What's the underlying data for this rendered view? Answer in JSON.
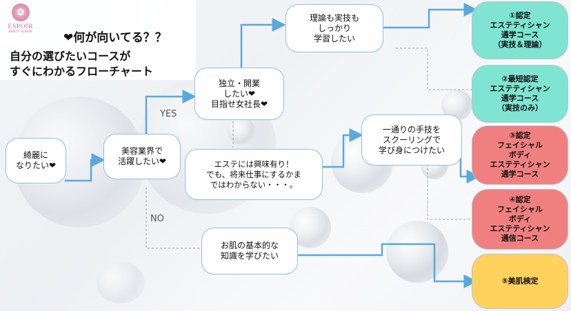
{
  "logo": {
    "text": "ESPOIR",
    "sub": "BEAUTY SCHOOL"
  },
  "title": {
    "line1": "❤何が向いてる？？",
    "line2": "自分の選びたいコースが",
    "line3": "すぐにわかるフローチャート"
  },
  "labels": {
    "yes": "YES",
    "no": "NO"
  },
  "nodes": {
    "kirei": "綺麗に\nなりたい❤",
    "biyou": "美容業界で\n活躍したい❤",
    "dokuritsu": "独立・開業\nしたい❤\n目指せ女社長❤",
    "riron": "理論も実技も\nしっかり\n学習したい",
    "esute": "エステには興味有り！\nでも、将来仕事にするかま\nではわからない・・・。",
    "hitotori": "一通りの手技を\nスクーリングで\n学び身につけたい",
    "ohada": "お肌の基本的な\n知識を学びたい"
  },
  "results": [
    {
      "text": "①認定\nエステティシャン\n通学コース\n（実技＆理論）",
      "color": "#7fe4d2"
    },
    {
      "text": "②最短認定\nエステティシャン\n通学コース\n（実技のみ）",
      "color": "#7fe4d2"
    },
    {
      "text": "③認定\nフェイシャル\nボディ\nエステティシャン\n通学コース",
      "color": "#f08080"
    },
    {
      "text": "④認定\nフェイシャル\nボディ\nエステティシャン\n通信コース",
      "color": "#f08080"
    },
    {
      "text": "⑤美肌検定",
      "color": "#ffd25e"
    }
  ],
  "colors": {
    "arrow": "#5aa8dc",
    "dotted": "#9aa0a6",
    "node_border": "#8fc0dd"
  }
}
